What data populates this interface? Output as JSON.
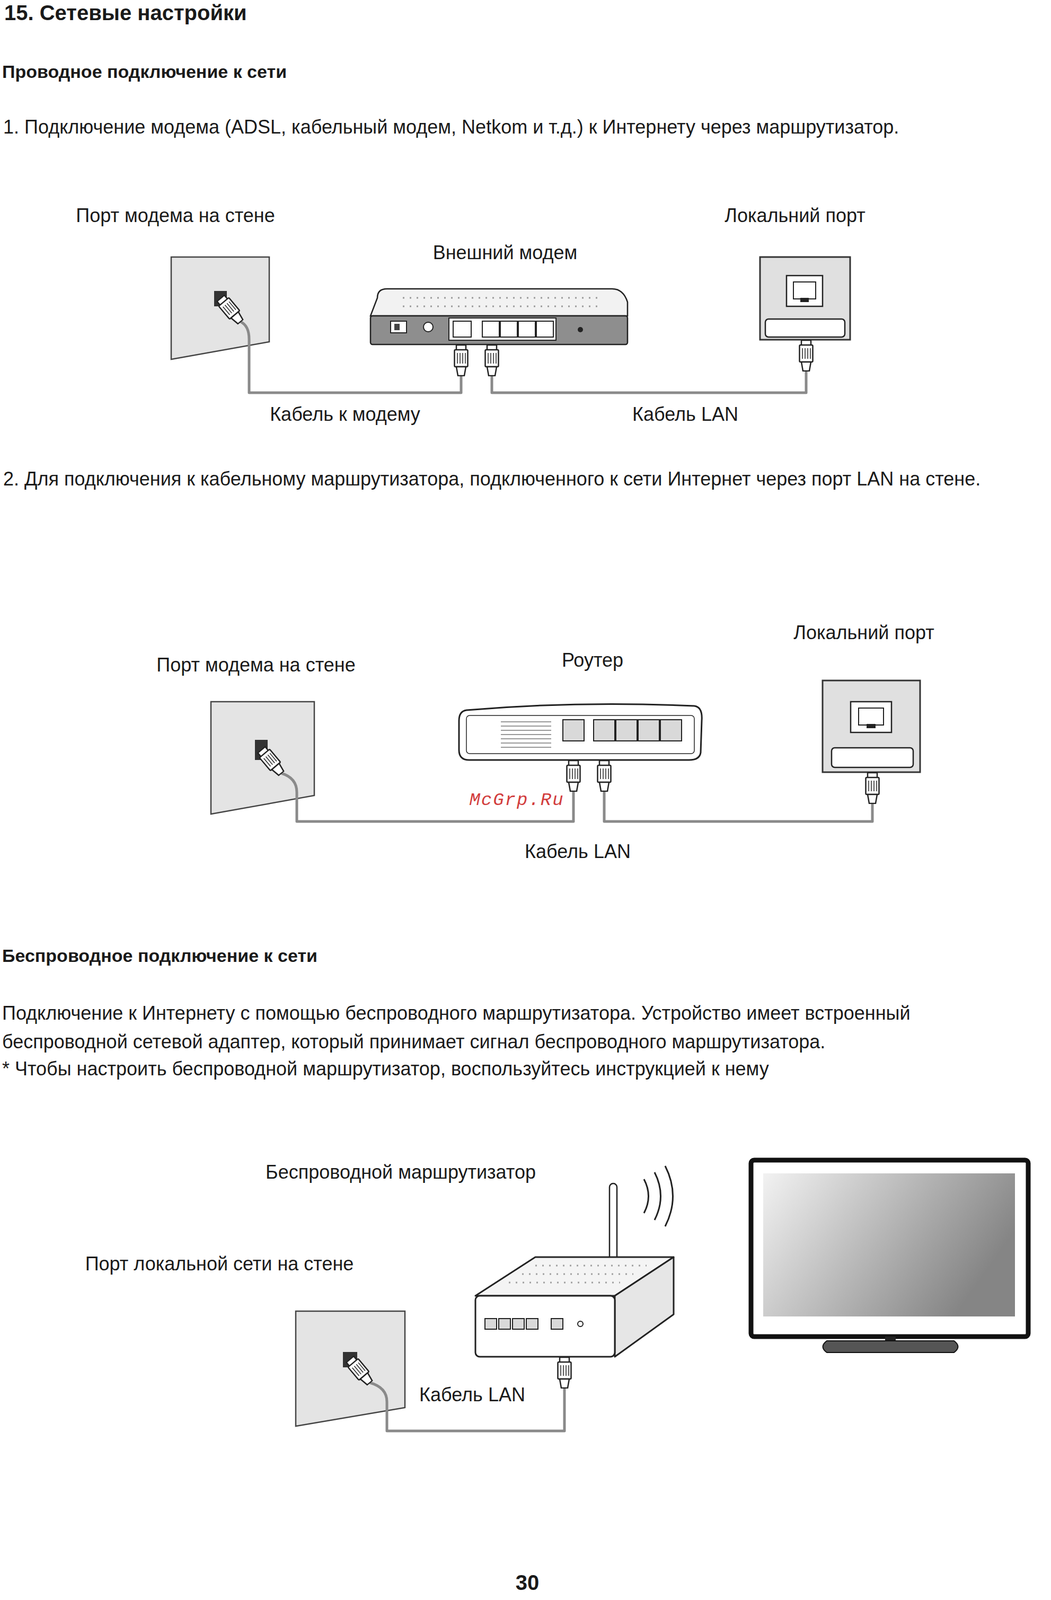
{
  "diagram": {
    "title": "15. Сетевые настройки",
    "nodes": [
      {
        "text": [
          "Порт модема на стене"
        ]
      },
      {
        "text": [
          "Внешний модем"
        ]
      },
      {
        "text": [
          "Локальний порт"
        ]
      },
      {
        "text": [
          "Порт модема на стене"
        ]
      },
      {
        "text": [
          "Роутер"
        ]
      },
      {
        "text": [
          "Локальний порт"
        ]
      },
      {
        "text": [
          "Беспроводной маршрутизатор"
        ]
      },
      {
        "text": [
          "Порт локальной сети на стене"
        ]
      }
    ],
    "edges": [
      {
        "from": 0,
        "to": 1,
        "label": "Кабель к модему",
        "arrow": "none"
      },
      {
        "from": 1,
        "to": 2,
        "label": "Кабель LAN",
        "arrow": "none"
      },
      {
        "from": 3,
        "to": 4,
        "arrow": "none"
      },
      {
        "from": 4,
        "to": 5,
        "arrow": "none"
      },
      {
        "from": 7,
        "to": 6,
        "label": "Кабель LAN",
        "arrow": "none"
      }
    ],
    "labels": [
      "Проводное подключение к сети",
      "1. Подключение модема (ADSL, кабельный модем, Netkom и т.д.) к Интернету через маршрутизатор.",
      "2. Для подключения к кабельному маршрутизатора, подключенного к сети Интернет через порт LAN на стене.",
      "McGrp.Ru",
      "Кабель LAN",
      "Беспроводное подключение к сети",
      "Подключение к Интернету с помощью беспроводного маршрутизатора. Устройство имеет встроенный беспроводной сетевой адаптер, который принимает сигнал беспроводного маршрутизатора.",
      "* Чтобы настроить беспроводной маршрутизатор, воспользуйтесь инструкцией к нему",
      "30"
    ]
  }
}
